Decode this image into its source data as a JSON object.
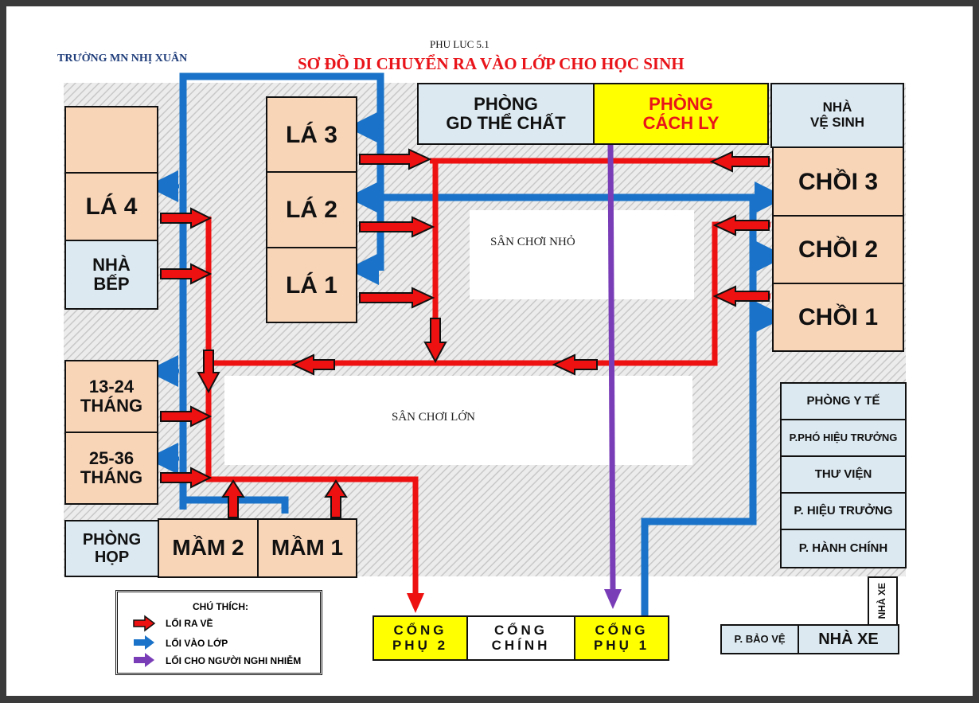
{
  "header": {
    "appendix": "PHU LUC 5.1",
    "title": "SƠ ĐỒ DI CHUYỂN RA VÀO LỚP CHO HỌC SINH",
    "school": "TRƯỜNG MN NHỊ XUÂN"
  },
  "rooms": {
    "la4_top": "",
    "la4": "LÁ 4",
    "nha_bep": "NHÀ\nBẾP",
    "la3": "LÁ 3",
    "la2": "LÁ 2",
    "la1": "LÁ 1",
    "phong_gd": "PHÒNG\nGD THỂ CHẤT",
    "phong_cach_ly": "PHÒNG\nCÁCH LY",
    "nha_ve_sinh": "NHÀ\nVỆ SINH",
    "choi3": "CHỒI 3",
    "choi2": "CHỒI 2",
    "choi1": "CHỒI 1",
    "t13_24": "13-24\nTHÁNG",
    "t25_36": "25-36\nTHÁNG",
    "phong_hop": "PHÒNG\nHỌP",
    "mam2": "MẦM 2",
    "mam1": "MẦM 1",
    "phong_y_te": "PHÒNG Y TẾ",
    "pho_hieu_truong": "P.PHÓ HIỆU TRƯỞNG",
    "thu_vien": "THƯ VIỆN",
    "hieu_truong": "P. HIỆU TRƯỞNG",
    "hanh_chinh": "P. HÀNH CHÍNH",
    "nha_xe_small": "NHÀ XE",
    "bao_ve": "P. BẢO VỆ",
    "nha_xe": "NHÀ XE"
  },
  "gates": {
    "phu2": "CỔNG\nPHỤ 2",
    "chinh": "CỔNG\nCHÍNH",
    "phu1": "CỔNG\nPHỤ 1"
  },
  "yards": {
    "small": "SÂN CHƠI NHỎ",
    "large": "SÂN CHƠI LỚN"
  },
  "legend": {
    "title": "CHÚ THÍCH:",
    "exit": "LỐI RA VỀ",
    "enter": "LỐI VÀO LỚP",
    "infected": "LỐI CHO NGƯỜI NGHI NHIỄM"
  },
  "colors": {
    "exit": "#ee1111",
    "enter": "#1a73c8",
    "infected": "#7a3db8",
    "peach": "#f9d5b8",
    "light_blue": "#dce9f1",
    "yellow": "#ffff00"
  }
}
